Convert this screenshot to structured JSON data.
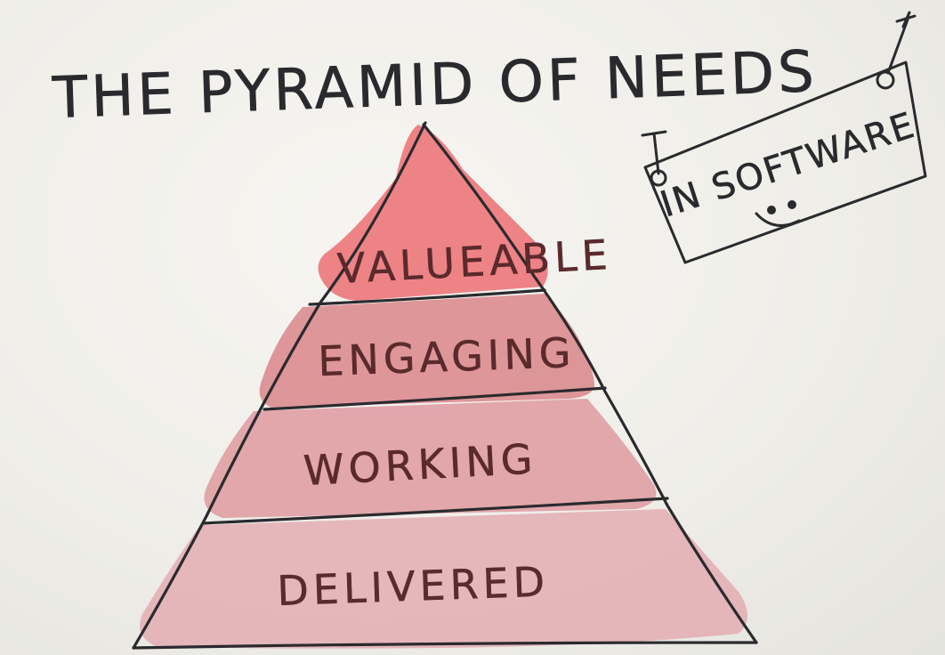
{
  "title": "THE PYRAMID OF NEEDS",
  "sign": {
    "text": "IN SOFTWARE",
    "face": ": )"
  },
  "tiers": [
    {
      "label": "VALUEABLE",
      "color": "#ec6f73"
    },
    {
      "label": "ENGAGING",
      "color": "#d9868a"
    },
    {
      "label": "WORKING",
      "color": "#de9aa0"
    },
    {
      "label": "DELIVERED",
      "color": "#e3adb1"
    }
  ],
  "colors": {
    "ink": "#2a2a2e",
    "whiteboard": "#efeee9"
  }
}
